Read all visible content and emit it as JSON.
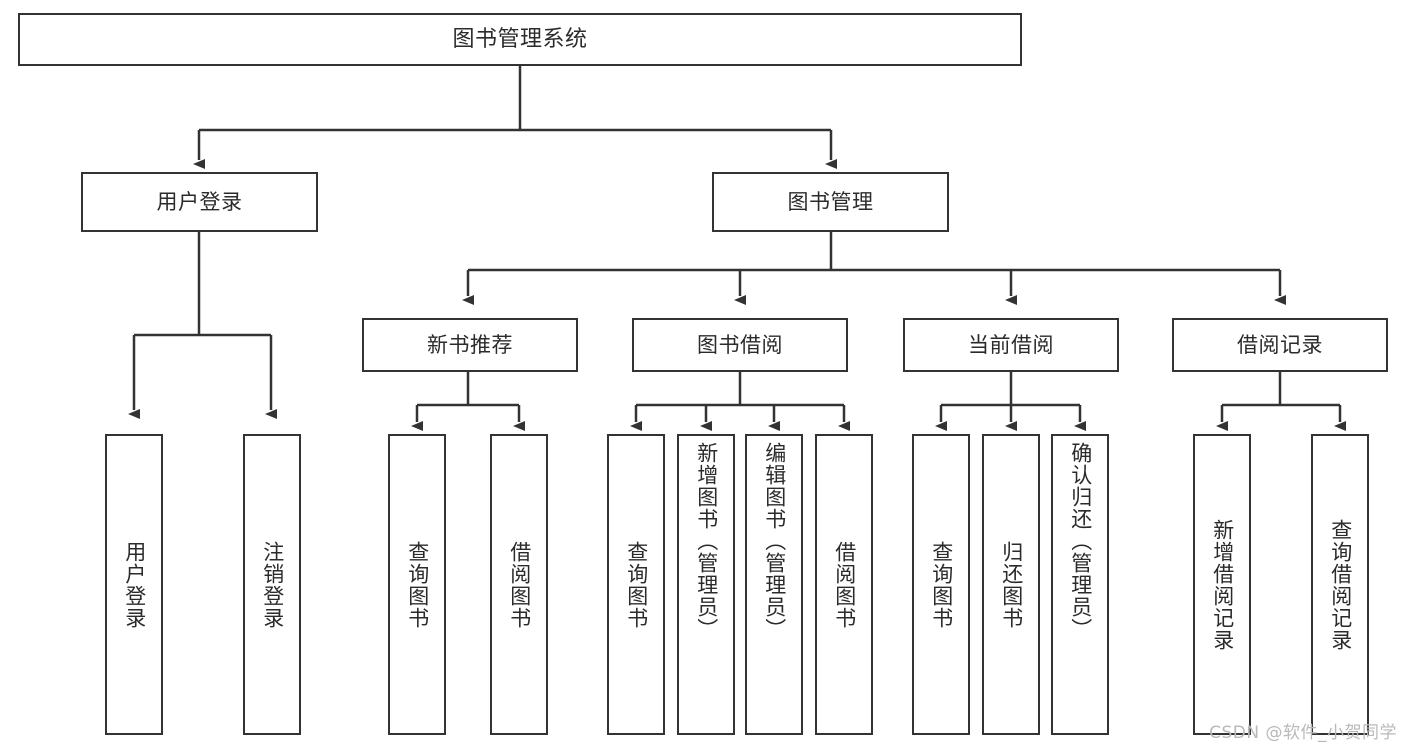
{
  "diagram": {
    "type": "tree",
    "title": "图书管理系统",
    "colors": {
      "box_border": "#333333",
      "box_fill": "#ffffff",
      "text": "#2b2b2b",
      "connector": "#333333",
      "watermark": "#b9b9b9",
      "background": "#ffffff"
    },
    "root": {
      "label": "图书管理系统"
    },
    "level1": [
      {
        "label": "用户登录"
      },
      {
        "label": "图书管理"
      }
    ],
    "level2": [
      {
        "label": "新书推荐"
      },
      {
        "label": "图书借阅"
      },
      {
        "label": "当前借阅"
      },
      {
        "label": "借阅记录"
      }
    ],
    "leaves": {
      "user_login": [
        {
          "label": "用户登录"
        },
        {
          "label": "注销登录"
        }
      ],
      "new_book_recommend": [
        {
          "label": "查询图书"
        },
        {
          "label": "借阅图书"
        }
      ],
      "book_borrow": [
        {
          "label": "查询图书"
        },
        {
          "label": "新增图书（管理员）"
        },
        {
          "label": "编辑图书（管理员）"
        },
        {
          "label": "借阅图书"
        }
      ],
      "current_borrow": [
        {
          "label": "查询图书"
        },
        {
          "label": "归还图书"
        },
        {
          "label": "确认归还（管理员）"
        }
      ],
      "borrow_records": [
        {
          "label": "新增借阅记录"
        },
        {
          "label": "查询借阅记录"
        }
      ]
    }
  },
  "watermark": {
    "text": "CSDN @软件_小贺同学"
  }
}
